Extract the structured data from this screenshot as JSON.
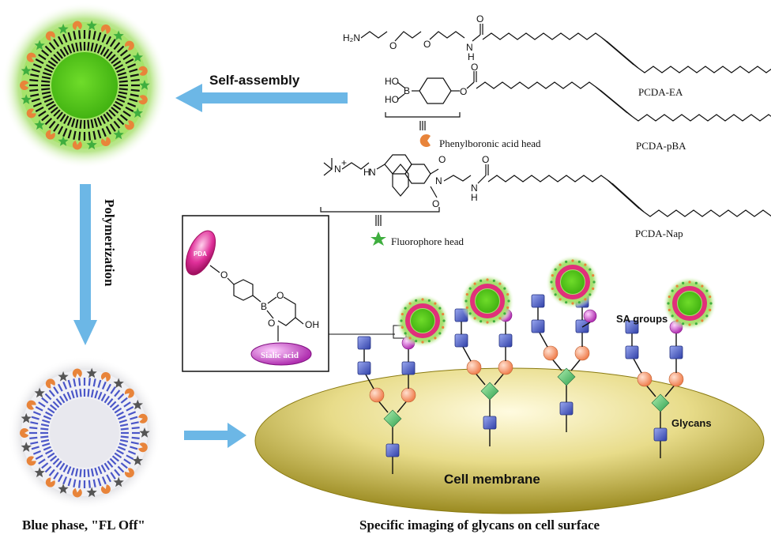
{
  "labels": {
    "self_assembly": "Self-assembly",
    "polymerization": "Polymerization",
    "blue_phase": "Blue phase, \"FL Off\"",
    "specific_imaging": "Specific imaging of glycans on cell surface",
    "cell_membrane": "Cell membrane",
    "sa_groups": "SA groups",
    "glycans": "Glycans",
    "phenylboronic_head": "Phenylboronic acid head",
    "fluorophore_head": "Fluorophore head",
    "pda": "PDA",
    "sialic_acid": "Sialic acid",
    "oh": "OH"
  },
  "molecules": {
    "ea": {
      "name": "PCDA-EA",
      "amine": "H₂N",
      "nh": "H"
    },
    "pba": {
      "name": "PCDA-pBA",
      "ho1": "HO",
      "ho2": "HO",
      "b": "B"
    },
    "nap": {
      "name": "PCDA-Nap",
      "nplus": "N",
      "nh": "H",
      "n2": "N",
      "nh2": "H"
    }
  },
  "inset": {
    "b": "B",
    "o1": "O",
    "o2": "O"
  },
  "colors": {
    "arrow": "#6cb7e6",
    "green_glow": "#8bd44a",
    "pink": "#e0307a",
    "orange": "#e8843a",
    "star_green": "#3fae3f",
    "blue_stripe": "#4a56c8",
    "gray_star": "#555555",
    "membrane": "#c8b840",
    "glycan_blue": "#4050b8",
    "glycan_orange": "#f4a070",
    "glycan_green": "#50c070",
    "glycan_purple": "#c040c0"
  }
}
